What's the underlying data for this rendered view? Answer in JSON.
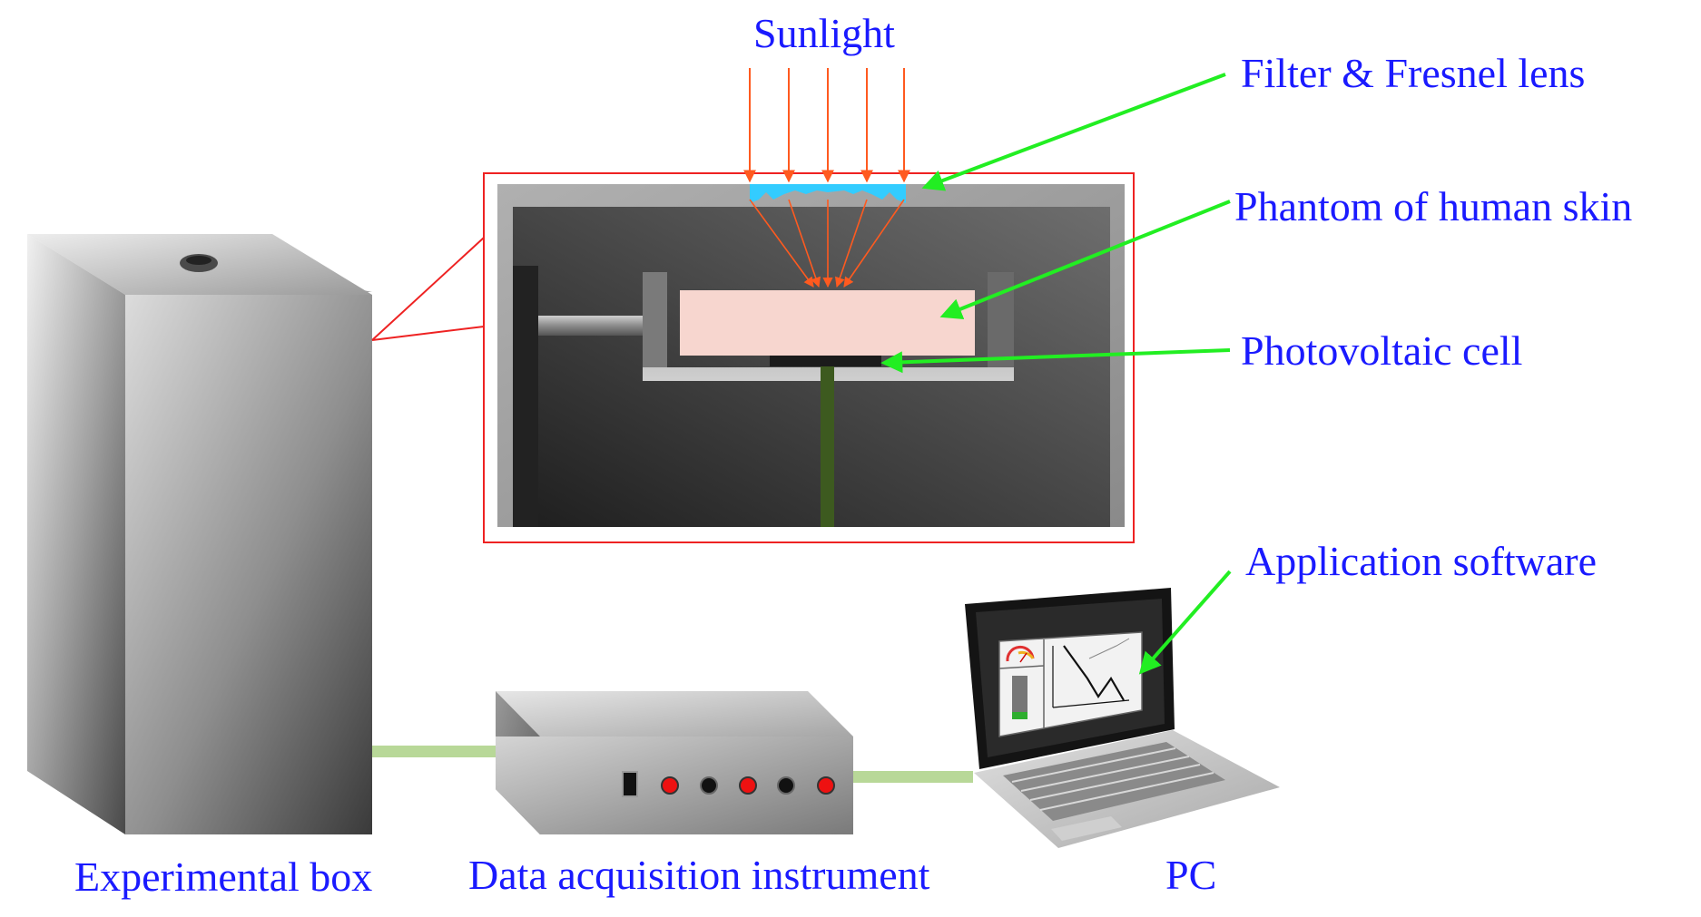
{
  "labels": {
    "sunlight": "Sunlight",
    "filter_lens": "Filter & Fresnel lens",
    "phantom": "Phantom of human skin",
    "pv_cell": "Photovoltaic cell",
    "app_software": "Application software",
    "experimental_box": "Experimental box",
    "daq": "Data acquisition instrument",
    "pc": "PC"
  },
  "colors": {
    "label_text": "#1a1aff",
    "callout_arrow": "#22ee22",
    "sun_rays": "#ff5a1f",
    "lens": "#33ccff",
    "inset_frame": "#ee2222",
    "skin_phantom": "#f7d6cf",
    "cable": "#b8d898",
    "stem": "#3d5a1f",
    "port_red": "#ee1111",
    "port_black": "#111111"
  },
  "icons": {
    "daq_switch": "toggle-switch-icon",
    "daq_ports": [
      "red-port-icon",
      "black-port-icon",
      "red-port-icon",
      "black-port-icon",
      "red-port-icon"
    ],
    "app_gauge": "gauge-icon",
    "app_plot": "line-plot-icon"
  }
}
